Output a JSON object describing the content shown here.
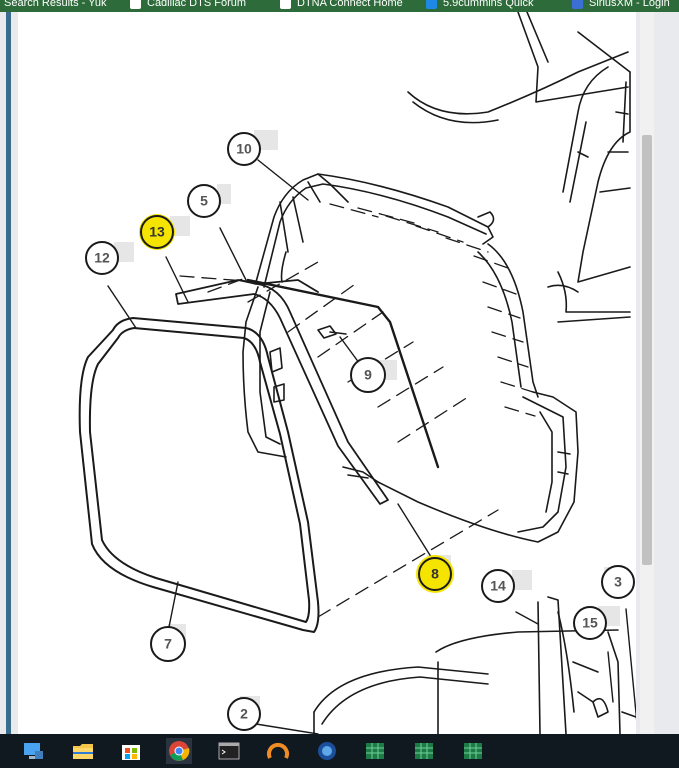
{
  "bookmarks": [
    {
      "label": "Search Results - Yuk",
      "icon": "page-icon"
    },
    {
      "label": "Cadillac DTS Forum",
      "icon": "forum-icon"
    },
    {
      "label": "DTNA Connect Home",
      "icon": "grid-icon"
    },
    {
      "label": "5.9cummins Quick",
      "icon": "bookmark-icon"
    },
    {
      "label": "SiriusXM - Login",
      "icon": "sxm-icon"
    }
  ],
  "callouts": [
    {
      "id": "10",
      "label": "10",
      "highlighted": false
    },
    {
      "id": "5",
      "label": "5",
      "highlighted": false
    },
    {
      "id": "13",
      "label": "13",
      "highlighted": true
    },
    {
      "id": "12",
      "label": "12",
      "highlighted": false
    },
    {
      "id": "9",
      "label": "9",
      "highlighted": false
    },
    {
      "id": "8",
      "label": "8",
      "highlighted": true
    },
    {
      "id": "14",
      "label": "14",
      "highlighted": false
    },
    {
      "id": "3",
      "label": "3",
      "highlighted": false
    },
    {
      "id": "15",
      "label": "15",
      "highlighted": false
    },
    {
      "id": "7",
      "label": "7",
      "highlighted": false
    },
    {
      "id": "2",
      "label": "2",
      "highlighted": false
    }
  ],
  "colors": {
    "highlight": "#f5e400",
    "callout_fill": "#ffffff",
    "callout_text": "#555555",
    "line": "#1a1a1a",
    "taskbar": "#101820",
    "bookmark_bar": "#2e6b3a"
  },
  "taskbar": {
    "apps": [
      {
        "name": "computer-icon"
      },
      {
        "name": "file-explorer-icon"
      },
      {
        "name": "store-icon"
      },
      {
        "name": "chrome-icon"
      },
      {
        "name": "terminal-icon"
      },
      {
        "name": "orange-app-icon"
      },
      {
        "name": "settings-app-icon"
      },
      {
        "name": "spreadsheet-icon"
      },
      {
        "name": "spreadsheet-icon"
      },
      {
        "name": "spreadsheet-icon"
      }
    ]
  }
}
